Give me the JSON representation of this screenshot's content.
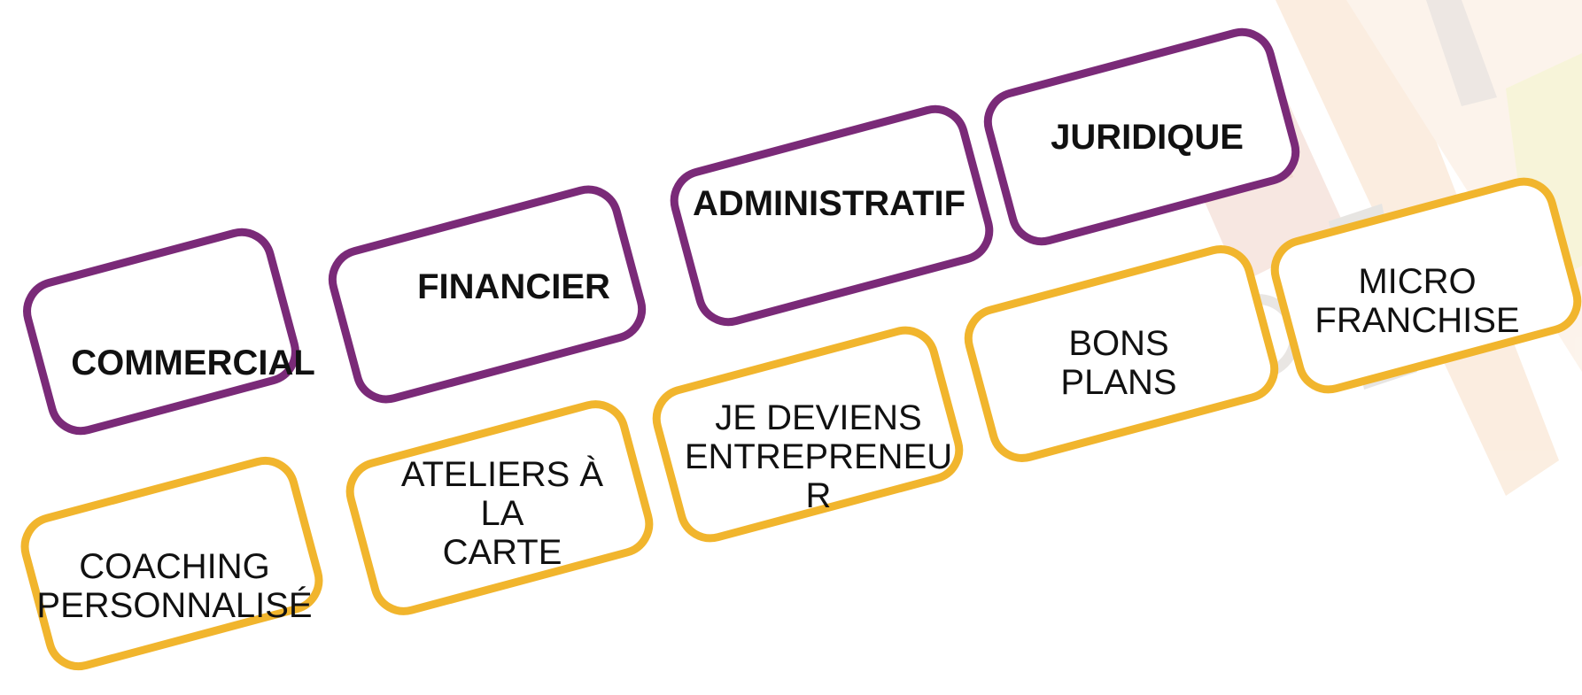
{
  "colors": {
    "purple": "#7a2a78",
    "yellow": "#f1b52d"
  },
  "background": {
    "decoration": "faded-tools-illustration"
  },
  "tiles": {
    "commercial": {
      "label": "COMMERCIAL",
      "color": "purple",
      "bold": true
    },
    "financier": {
      "label": "FINANCIER",
      "color": "purple",
      "bold": true
    },
    "administratif": {
      "label": "ADMINISTRATIF",
      "color": "purple",
      "bold": true
    },
    "juridique": {
      "label": "JURIDIQUE",
      "color": "purple",
      "bold": true
    },
    "coaching": {
      "label": "COACHING\nPERSONNALISÉ",
      "color": "yellow",
      "bold": false
    },
    "ateliers": {
      "label": "ATELIERS À\nLA\nCARTE",
      "color": "yellow",
      "bold": false
    },
    "entrepreneur": {
      "label": "JE DEVIENS\nENTREPRENEU\nR",
      "color": "yellow",
      "bold": false
    },
    "bons_plans": {
      "label": "BONS\nPLANS",
      "color": "yellow",
      "bold": false
    },
    "micro_franchise": {
      "label": "MICRO\nFRANCHISE",
      "color": "yellow",
      "bold": false
    }
  }
}
